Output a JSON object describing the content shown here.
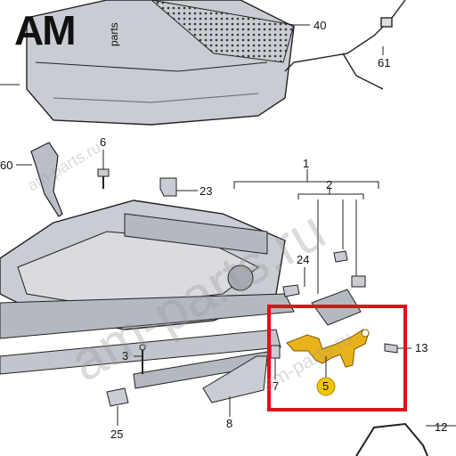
{
  "logo": {
    "main": "AM",
    "sub": "parts"
  },
  "watermark": {
    "url_a": "am-parts.ru",
    "url_b": "am-parts.ru",
    "url_c": "am-parts.ru"
  },
  "callouts": {
    "c1": "1",
    "c2": "2",
    "c3": "3",
    "c5": "5",
    "c6": "6",
    "c7": "7",
    "c8": "8",
    "c12": "12",
    "c13": "13",
    "c23": "23",
    "c24": "24",
    "c25": "25",
    "c40": "40",
    "c60": "60",
    "c61": "61"
  },
  "colors": {
    "highlight_frame": "#e0101a",
    "highlighted_part": "#e8b21a",
    "badge": "#f2c400",
    "line": "#222222"
  }
}
